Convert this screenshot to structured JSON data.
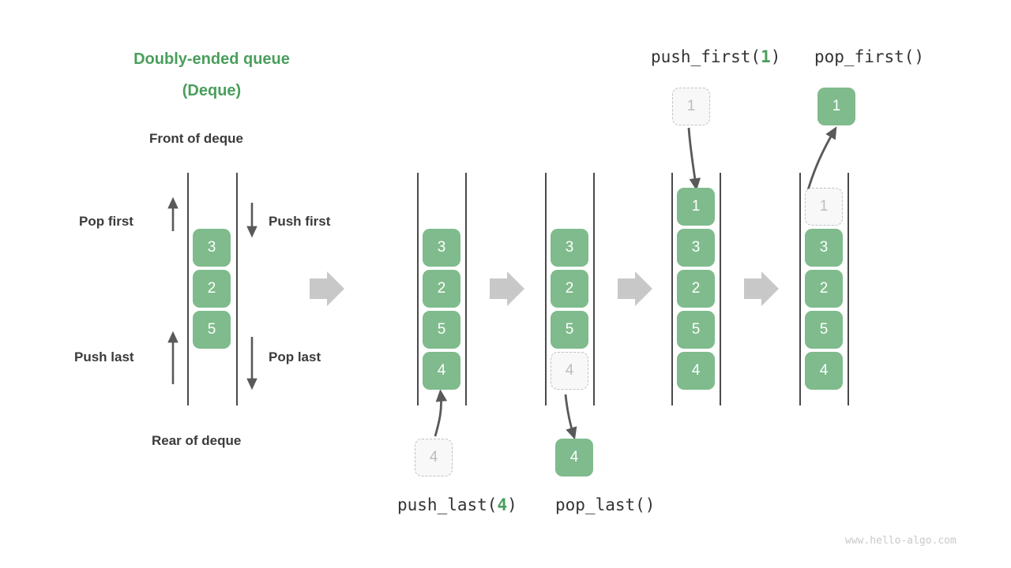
{
  "header": {
    "title_line1": "Doubly-ended queue",
    "title_line2": "(Deque)",
    "title_color": "#4a9e5c"
  },
  "labels": {
    "front": "Front of deque",
    "rear": "Rear of deque",
    "pop_first": "Pop first",
    "push_first": "Push first",
    "push_last": "Push last",
    "pop_last": "Pop last"
  },
  "operations": {
    "push_first": {
      "name": "push_first(",
      "arg": "1",
      "close": ")"
    },
    "pop_first": {
      "name": "pop_first()",
      "arg": "",
      "close": ""
    },
    "push_last": {
      "name": "push_last(",
      "arg": "4",
      "close": ")"
    },
    "pop_last": {
      "name": "pop_last()",
      "arg": "",
      "close": ""
    }
  },
  "panels": [
    {
      "id": "legend-deque",
      "items": [
        "3",
        "2",
        "5"
      ],
      "ghosts": []
    },
    {
      "id": "state-initial",
      "items": [
        "3",
        "2",
        "5",
        "4"
      ],
      "ghosts": []
    },
    {
      "id": "state-after-push-last",
      "items": [
        "3",
        "2",
        "5"
      ],
      "ghosts": [
        "4"
      ]
    },
    {
      "id": "state-after-pop-last",
      "items": [
        "1",
        "3",
        "2",
        "5",
        "4"
      ],
      "ghosts": []
    },
    {
      "id": "state-after-push-first",
      "items": [
        "3",
        "2",
        "5",
        "4"
      ],
      "ghosts": [
        "1"
      ]
    }
  ],
  "floating": {
    "push_last_source": "4",
    "pop_last_result": "4",
    "push_first_source": "1",
    "pop_first_result": "1"
  },
  "colors": {
    "element_green": "#7fbb8c",
    "ghost_fill": "#f8f8f8",
    "ghost_border": "#c2c2c2",
    "rail": "#4a4a4a",
    "arrow_dark": "#595959",
    "arrow_block": "#c8c8c8",
    "text_dark": "#3b3b3b",
    "watermark": "#c9c9c9"
  },
  "watermark": "www.hello-algo.com"
}
